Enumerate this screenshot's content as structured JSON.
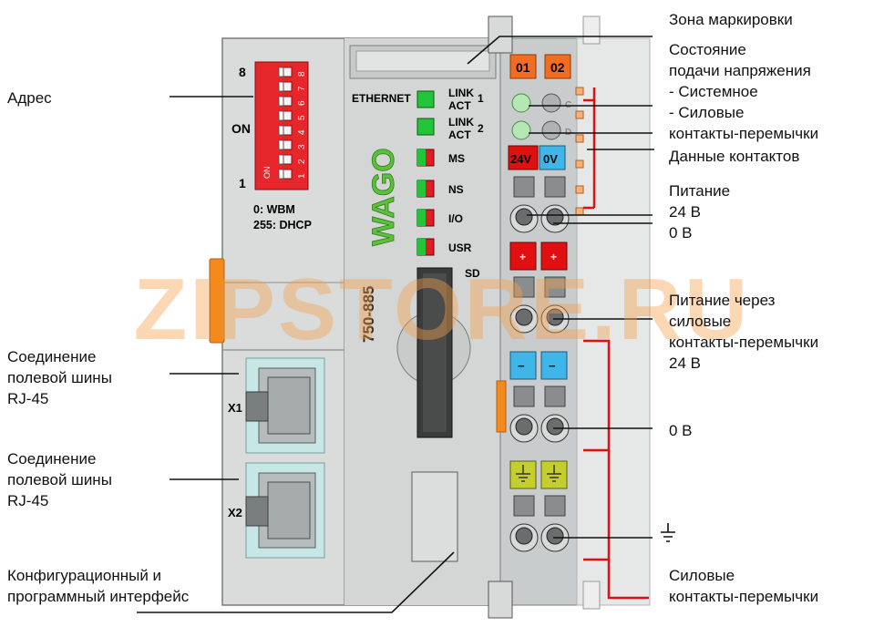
{
  "colors": {
    "housing": "#d9dbdb",
    "housing_dark": "#b9bcbc",
    "led_green": "#22c43a",
    "led_red": "#e01b24",
    "dip_red": "#e5262b",
    "orange": "#f26d21",
    "blue_terminal": "#3fb5e8",
    "red_bridge": "#e01010",
    "ground_yellow": "#c4cf2f",
    "watermark": "#f5a04a",
    "wago_green": "#5cc03a"
  },
  "labels": {
    "address": "Адрес",
    "marking": "Зона маркировки",
    "power_status": [
      "Состояние",
      "подачи напряжения",
      "- Системное",
      "- Силовые",
      "контакты-перемычки"
    ],
    "contact_data": "Данные контактов",
    "supply": [
      "Питание",
      "24 В",
      "0 В"
    ],
    "supply_jumper": [
      "Питание через",
      "силовые",
      "контакты-перемычки",
      "24 В"
    ],
    "zero_v": "0 В",
    "fieldbus1": [
      "Соединение",
      "полевой шины",
      "RJ-45"
    ],
    "fieldbus2": [
      "Соединение",
      "полевой шины",
      "RJ-45"
    ],
    "config": [
      "Конфигурационный и",
      "программный интерфейс"
    ],
    "power_jumpers": [
      "Силовые",
      "контакты-перемычки"
    ]
  },
  "device": {
    "dip_top": "8",
    "dip_on": "ON",
    "dip_bottom": "1",
    "dip_numbers": [
      "8",
      "7",
      "6",
      "5",
      "4",
      "3",
      "2",
      "1"
    ],
    "dip_on_small": "ON",
    "mode_line1": "0: WBM",
    "mode_line2": "255: DHCP",
    "ethernet": "ETHERNET",
    "link1": [
      "LINK",
      "ACT"
    ],
    "link1_num": "1",
    "link2": [
      "LINK",
      "ACT"
    ],
    "link2_num": "2",
    "ms": "MS",
    "ns": "NS",
    "io": "I/O",
    "usr": "USR",
    "sd": "SD",
    "model": "750-885",
    "brand": "WAGO",
    "x1": "X1",
    "x2": "X2",
    "term_01": "01",
    "term_02": "02",
    "v24": "24V",
    "v0": "0V",
    "led_c": "C",
    "led_d": "D",
    "plus": "+",
    "minus": "−"
  },
  "watermark": "ZIPSTORE.RU"
}
